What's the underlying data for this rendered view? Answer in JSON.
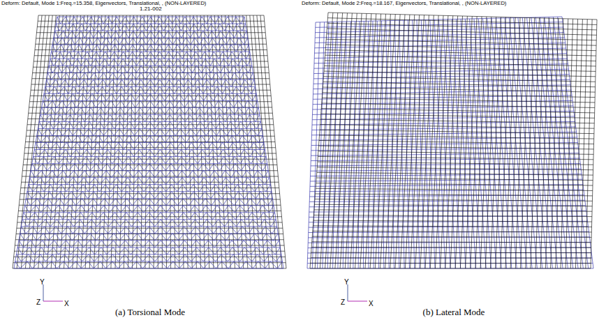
{
  "diagram": {
    "labels": [
      "Deform: Default, Mode 1:Freq.=15.358, Eigenvectors, Translational, , (NON-LAYERED)",
      "1.21-002",
      "Y",
      "Z",
      "X",
      "Deform: Default, Mode 2:Freq.=18.167, Eigenvectors, Translational, , (NON-LAYERED)",
      "Y",
      "Z",
      "X",
      "(a) Torsional Mode",
      "(b) Lateral Mode"
    ]
  }
}
